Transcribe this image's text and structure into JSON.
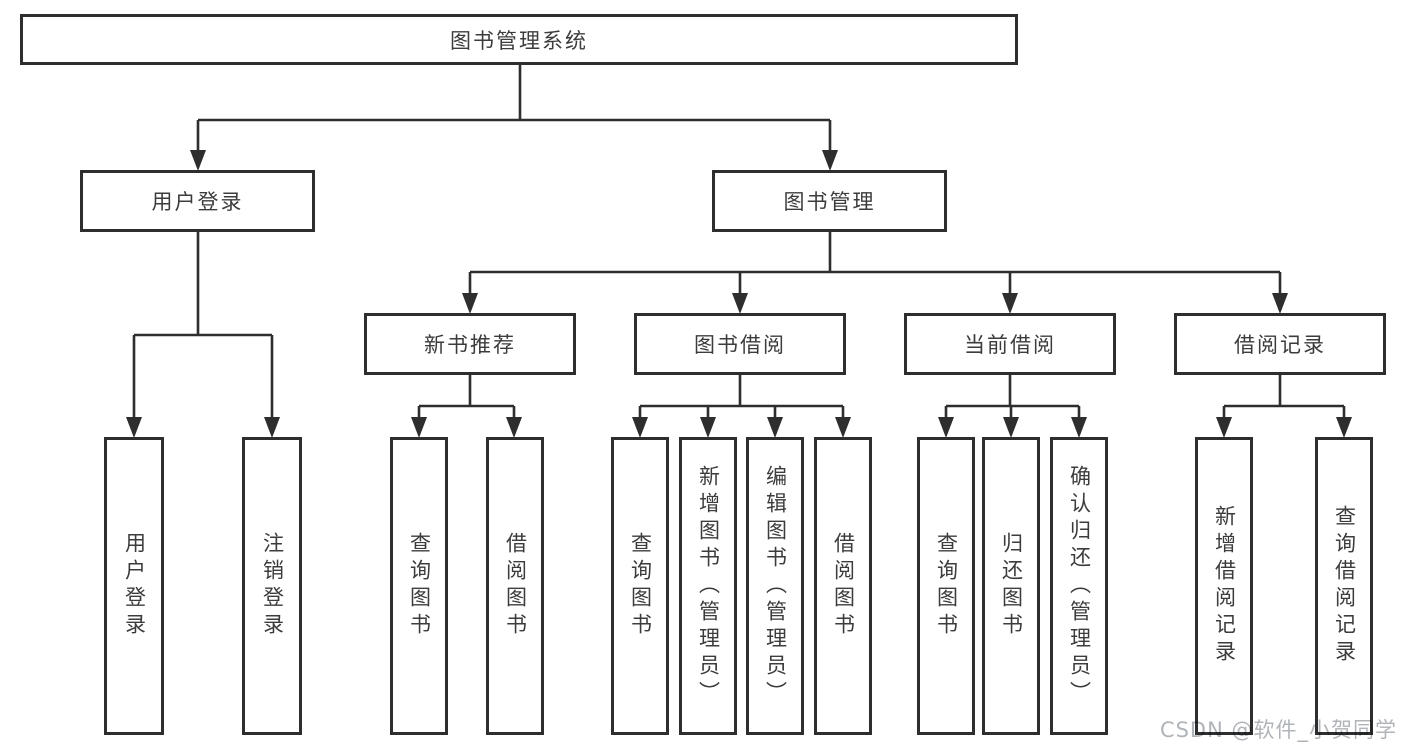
{
  "diagram": {
    "title": "图书管理系统",
    "branches": [
      {
        "label": "用户登录",
        "children": [
          "用户登录",
          "注销登录"
        ]
      },
      {
        "label": "图书管理",
        "modules": [
          {
            "label": "新书推荐",
            "children": [
              "查询图书",
              "借阅图书"
            ]
          },
          {
            "label": "图书借阅",
            "children": [
              "查询图书",
              "新增图书（管理员）",
              "编辑图书（管理员）",
              "借阅图书"
            ]
          },
          {
            "label": "当前借阅",
            "children": [
              "查询图书",
              "归还图书",
              "确认归还（管理员）"
            ]
          },
          {
            "label": "借阅记录",
            "children": [
              "新增借阅记录",
              "查询借阅记录"
            ]
          }
        ]
      }
    ]
  },
  "watermark": {
    "text": "CSDN @软件_小贺同学"
  },
  "colors": {
    "line": "#2e2e2e",
    "box_border": "#2e2e2e",
    "text": "#3c3c3c",
    "background": "#ffffff",
    "watermark": "#b0b4b9"
  }
}
